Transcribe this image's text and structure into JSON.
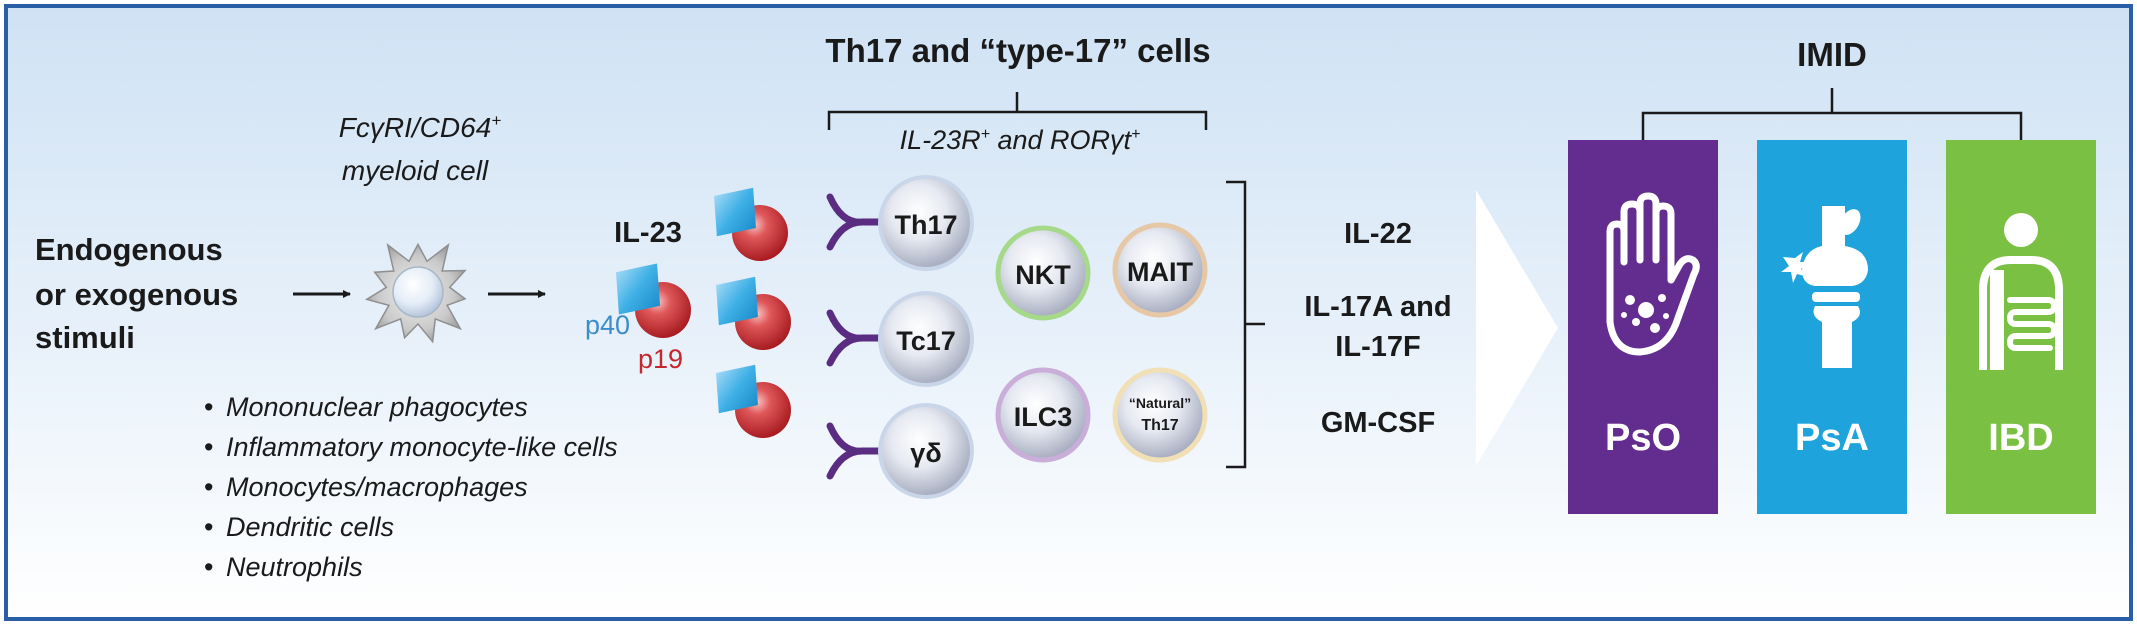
{
  "stimulus": {
    "line1": "Endogenous",
    "line2": "or exogenous",
    "line3": "stimuli"
  },
  "myeloid": {
    "line1": "FcγRI/CD64",
    "line1_sup": "+",
    "line2": "myeloid cell"
  },
  "myeloid_types": [
    "Mononuclear phagocytes",
    "Inflammatory monocyte-like cells",
    "Monocytes/macrophages",
    "Dendritic cells",
    "Neutrophils"
  ],
  "bullet_char": "•",
  "il23": {
    "label": "IL-23",
    "p40": "p40",
    "p19": "p19"
  },
  "th17_group": {
    "title": "Th17 and “type-17” cells",
    "subtitle_a": "IL-23R",
    "subtitle_sup_a": "+",
    "subtitle_b": " and RORγt",
    "subtitle_sup_b": "+"
  },
  "cells": {
    "th17": "Th17",
    "tc17": "Tc17",
    "gd": "γδ",
    "nkt": "NKT",
    "mait": "MAIT",
    "ilc3": "ILC3",
    "natural_line1": "“Natural”",
    "natural_line2": "Th17"
  },
  "cytokines": {
    "il22": "IL-22",
    "il17_line1": "IL-17A and",
    "il17_line2": "IL-17F",
    "gmcsf": "GM-CSF"
  },
  "imid": {
    "title": "IMID",
    "pso": {
      "label": "PsO",
      "color": "#632d8f",
      "icon": "hand-icon"
    },
    "psa": {
      "label": "PsA",
      "color": "#1fa3dd",
      "icon": "knee-joint-icon"
    },
    "ibd": {
      "label": "IBD",
      "color": "#7ac043",
      "icon": "intestine-icon"
    }
  },
  "colors": {
    "frame": "#2a5ea6",
    "p40": "#3c8dc8",
    "p19": "#c6262e"
  }
}
